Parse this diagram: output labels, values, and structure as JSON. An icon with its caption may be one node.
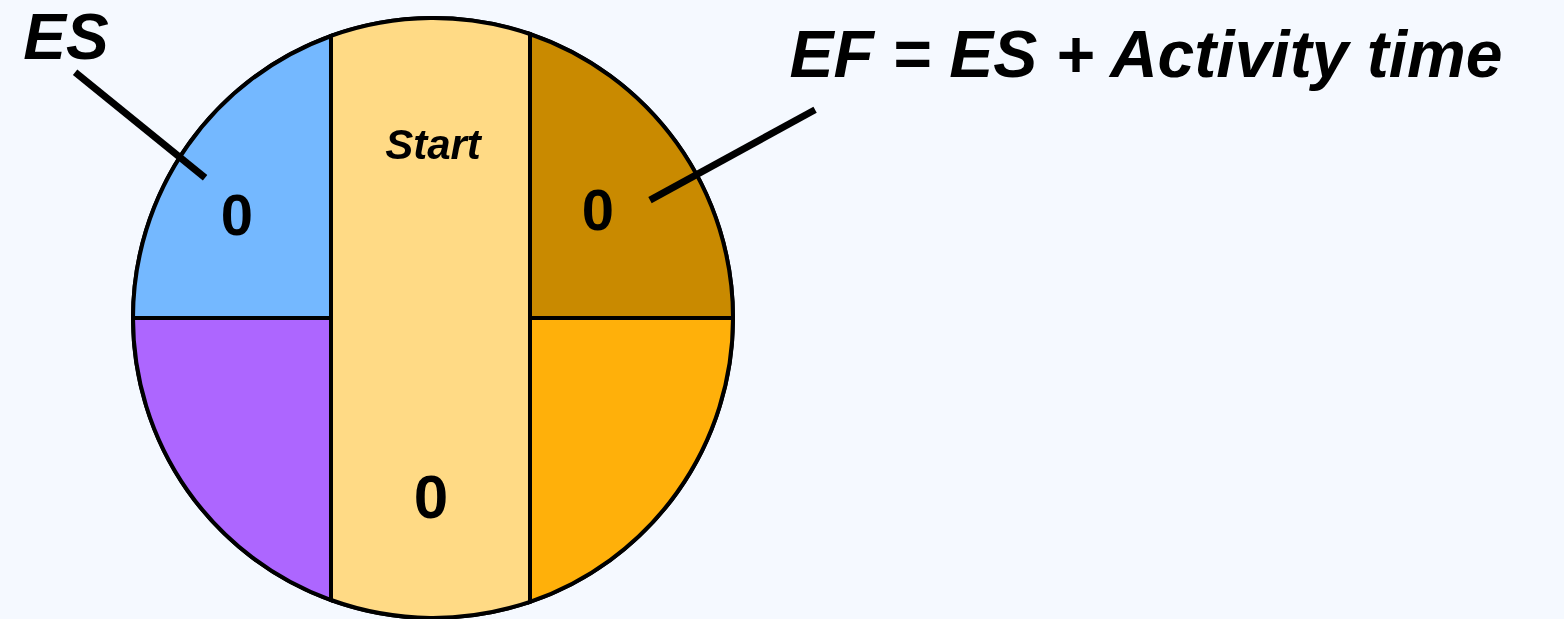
{
  "diagram": {
    "nodes": [
      {
        "text": [],
        "shape": "circle"
      },
      {
        "text": [
          "0"
        ],
        "in": 0
      },
      {
        "text": [
          "Start",
          "0"
        ],
        "in": 0
      },
      {
        "text": [
          "0"
        ],
        "in": 0
      },
      {
        "text": [],
        "shape": "box",
        "in": 0
      },
      {
        "text": [],
        "shape": "box",
        "in": 0
      },
      {
        "text": [
          "ES"
        ]
      },
      {
        "text": [
          "EF = ES + Activity time"
        ]
      }
    ],
    "edges": [
      {
        "from": 6,
        "to": 1,
        "arrow": "none"
      },
      {
        "from": 7,
        "to": 3,
        "arrow": "none"
      }
    ]
  }
}
